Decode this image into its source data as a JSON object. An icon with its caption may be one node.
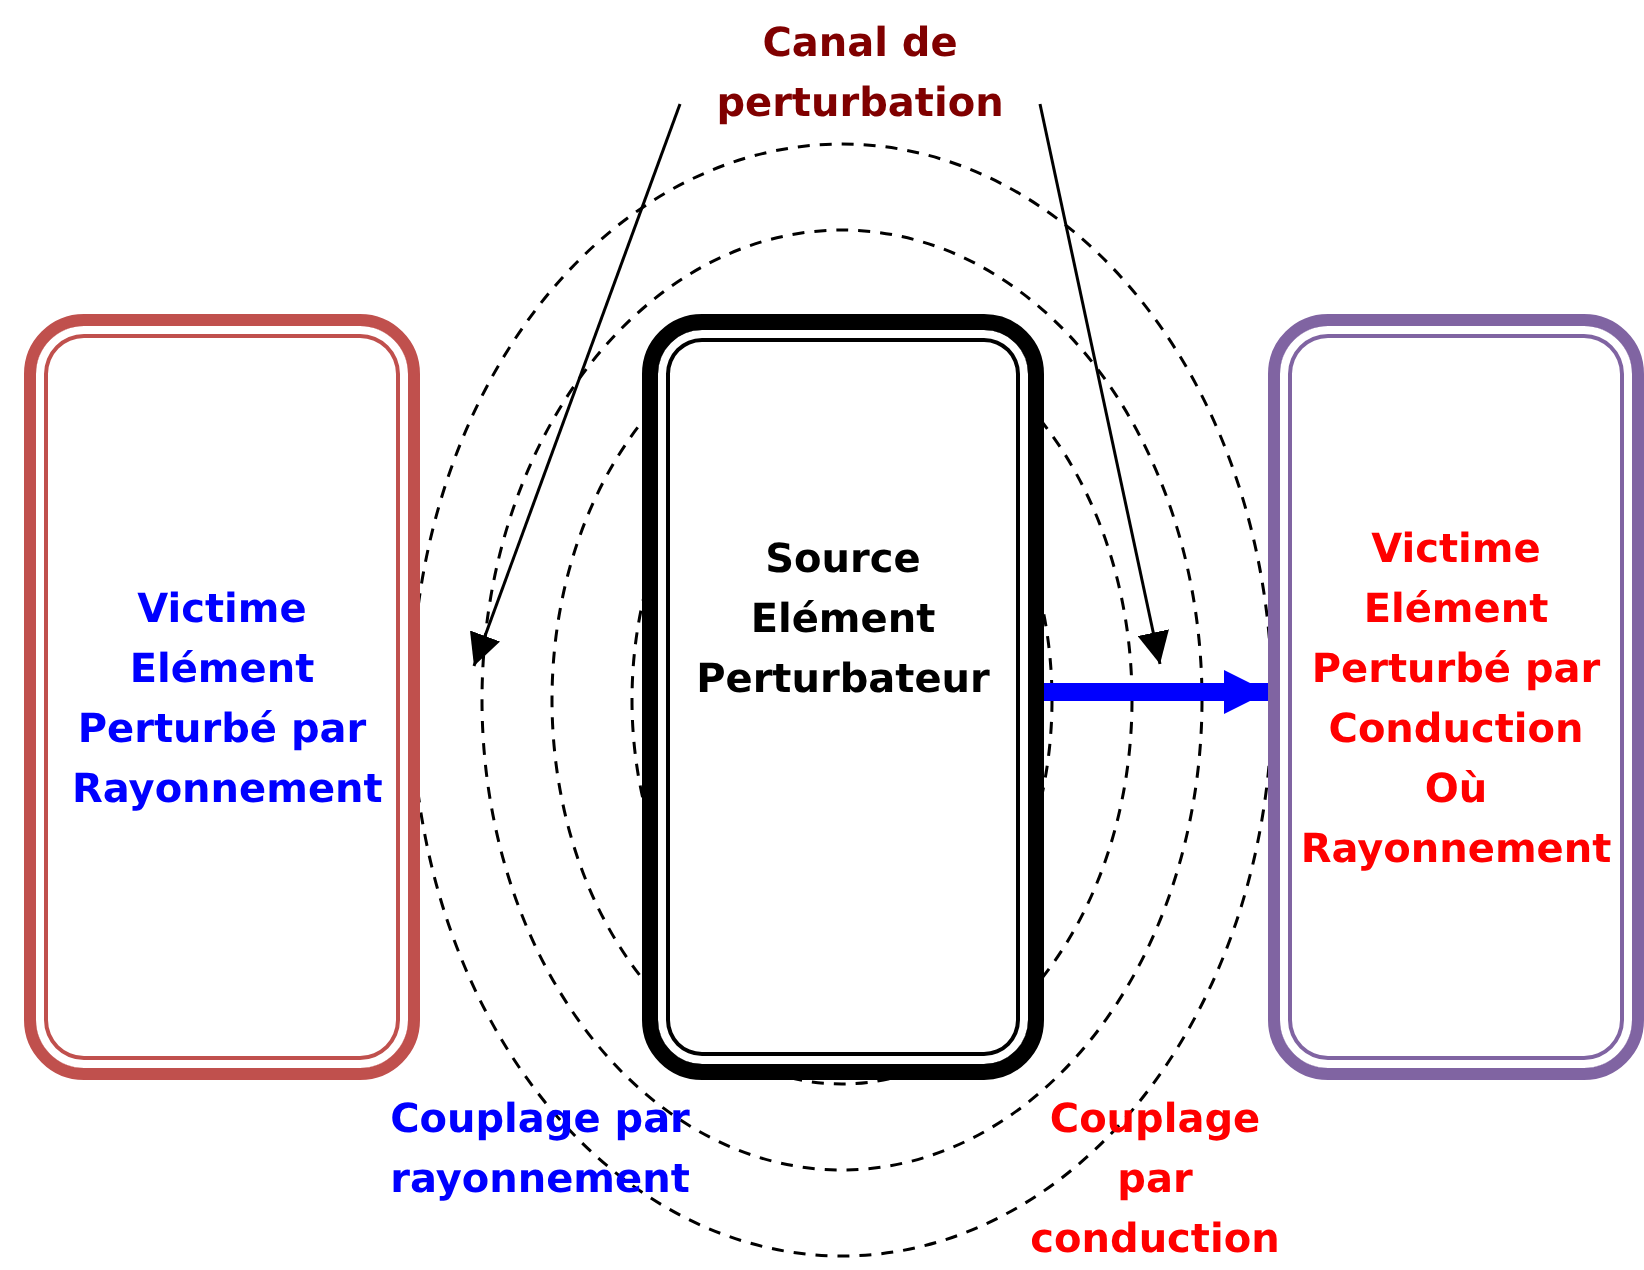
{
  "diagram": {
    "nodes": [
      {
        "text": [
          "Victime Elément Perturbé par Rayonnement"
        ]
      },
      {
        "text": [
          "Source Elément Perturbateur"
        ]
      },
      {
        "text": [
          "Victime Elément Perturbé par Conduction Où Rayonnement"
        ]
      },
      {
        "text": [
          "Canal de perturbation"
        ]
      }
    ],
    "edges": [
      {
        "from": 1,
        "to": 2,
        "arrow": "to",
        "style": "thick",
        "color": "#0000ff"
      },
      {
        "from": 3,
        "to": null,
        "arrow": "to"
      },
      {
        "from": 3,
        "to": null,
        "arrow": "to"
      }
    ],
    "labels": [
      "Couplage par rayonnement",
      "Couplage par conduction"
    ]
  }
}
